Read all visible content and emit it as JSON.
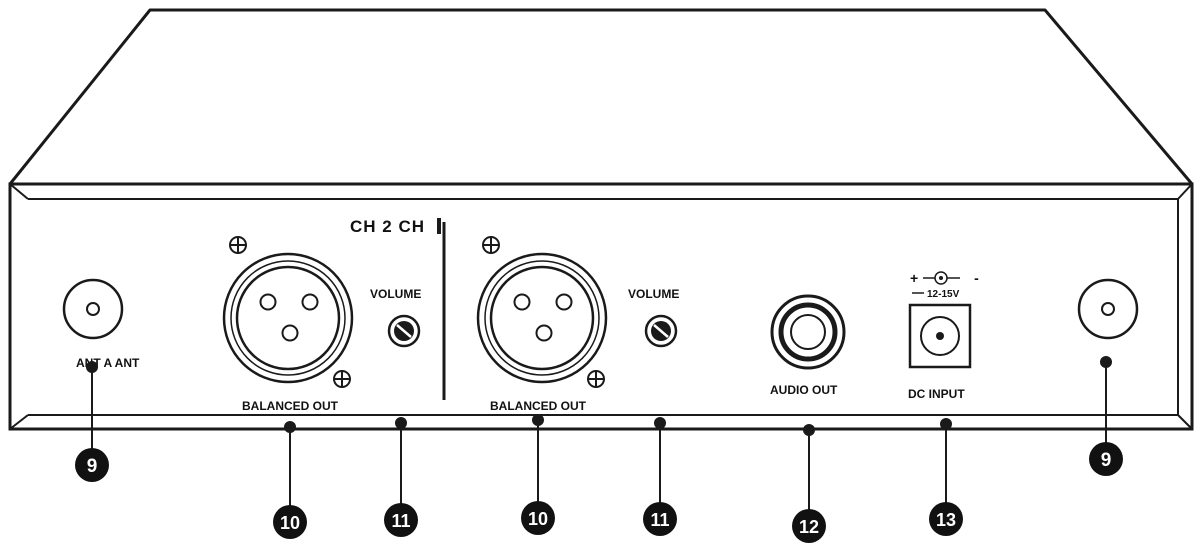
{
  "labels": {
    "channel_header": "CH 2 CH",
    "ant_label": "ANT A ANT",
    "balanced_out": "BALANCED OUT",
    "volume": "VOLUME",
    "audio_out": "AUDIO OUT",
    "dc_input": "DC INPUT",
    "dc_polarity": "+ -",
    "dc_voltage": "12-15V"
  },
  "callouts": {
    "antenna": "9",
    "balanced_out": "10",
    "volume": "11",
    "audio_out": "12",
    "dc_input": "13"
  },
  "colors": {
    "line": "#1a1a1a",
    "panel_fill": "#ffffff",
    "callout_fill": "#111111"
  }
}
